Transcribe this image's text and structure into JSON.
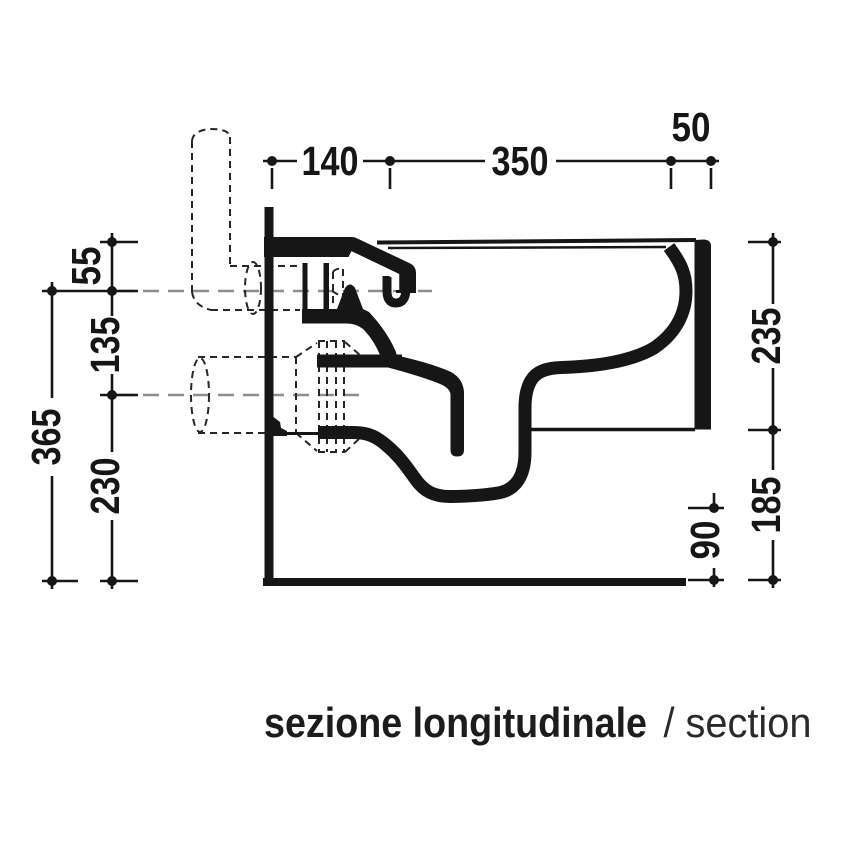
{
  "figure": {
    "type": "technical-section-drawing",
    "subject": "wall-hung-wc-longitudinal-section",
    "caption": {
      "italian": "sezione longitudinale",
      "divider_and_english": "/ section"
    },
    "dimensions": {
      "top": {
        "d140": "140",
        "d350": "350",
        "d50": "50"
      },
      "left": {
        "d55": "55",
        "d135": "135",
        "d365": "365",
        "d230": "230"
      },
      "right": {
        "d235": "235",
        "d185": "185",
        "d90": "90"
      }
    }
  },
  "colors": {
    "line": "#161616",
    "hidden_dash": "#262626",
    "centerline_gray": "#8e8e8e",
    "background": "#ffffff"
  }
}
